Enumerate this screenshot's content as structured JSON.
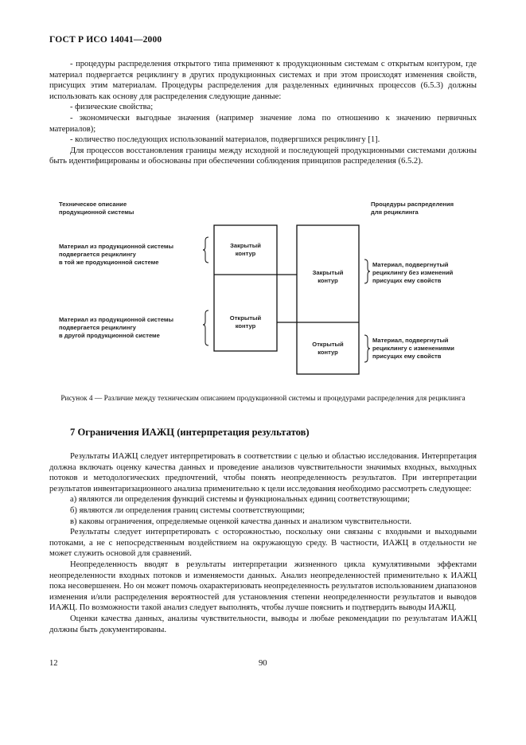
{
  "header": {
    "title": "ГОСТ Р ИСО 14041—2000"
  },
  "intro": {
    "paragraphs": [
      "- процедуры распределения открытого типа применяют к продукционным системам с открытым контуром, где материал подвергается рециклингу в других продукционных системах и при этом происходят изменения свойств, присущих этим материалам. Процедуры распределения для разделенных единичных процессов (6.5.3) должны использовать как основу для распределения следующие данные:",
      "- физические свойства;",
      "- экономически выгодные значения (например значение лома по отношению к значению первичных материалов);",
      "- количество последующих использований материалов, подвергшихся рециклингу [1].",
      "Для процессов восстановления границы между исходной и последующей продукционными системами должны быть идентифицированы и обоснованы при обеспечении соблюдения принципов распределения (6.5.2)."
    ]
  },
  "figure": {
    "left_heading": "Техническое описание\nпродукционной системы",
    "right_heading": "Процедуры распределения\nдля рециклинга",
    "left_label_closed": "Материал из продукционной системы\nподвергается рециклингу\nв той же продукционной системе",
    "left_label_open": "Материал из продукционной системы\nподвергается рециклингу\nв другой продукционной системе",
    "box1_closed": "Закрытый\nконтур",
    "box1_open": "Открытый\nконтур",
    "box2_closed": "Закрытый\nконтур",
    "box2_open": "Открытый\nконтур",
    "right_label_closed": "Материал, подвергнутый\nрециклингу без изменений\nприсущих ему свойств",
    "right_label_open": "Материал, подвергнутый\nрециклингу с изменениями\nприсущих ему свойств",
    "caption": "Рисунок 4 — Различие между техническим описанием продукционной системы и процедурами распределения для рециклинга"
  },
  "section": {
    "title": "7 Ограничения ИАЖЦ (интерпретация результатов)"
  },
  "body": {
    "paragraphs": [
      "Результаты ИАЖЦ следует интерпретировать в соответствии с целью и областью исследования. Интерпретация должна включать оценку качества данных и проведение анализов чувствительности значимых входных, выходных потоков и методологических предпочтений, чтобы понять неопределенность результатов. При интерпретации результатов инвентаризационного анализа применительно к цели исследования необходимо рассмотреть следующее:",
      "а) являются ли определения функций системы и функциональных единиц соответствующими;",
      "б) являются ли определения границ системы соответствующими;",
      "в) каковы ограничения, определяемые оценкой качества данных и анализом чувствительности.",
      "Результаты следует интерпретировать с осторожностью, поскольку они связаны с входными и выходными потоками, а не с непосредственным воздействием на окружающую среду. В частности, ИАЖЦ в отдельности не может служить основой для сравнений.",
      "Неопределенность вводят в результаты интерпретации жизненного цикла кумулятивными эффектами неопределенности входных потоков и изменяемости данных. Анализ неопределенностей применительно к ИАЖЦ пока несовершенен. Но он может помочь охарактеризовать неопределенность результатов использованием диапазонов изменения и/или распределения вероятностей для установления степени неопределенности результатов и выводов ИАЖЦ. По возможности такой анализ следует выполнять, чтобы лучше пояснить и подтвердить выводы ИАЖЦ.",
      "Оценки качества данных, анализы чувствительности, выводы и любые рекомендации по результатам ИАЖЦ должны быть документированы."
    ]
  },
  "footer": {
    "page_left": "12",
    "page_center": "90"
  }
}
